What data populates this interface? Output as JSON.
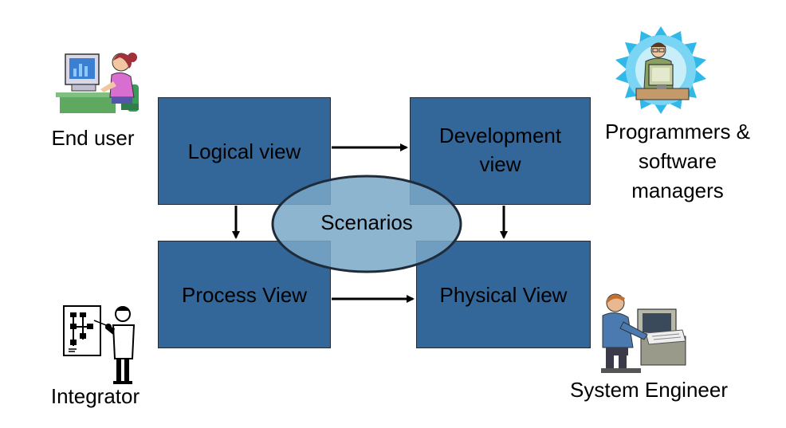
{
  "views": {
    "logical": "Logical view",
    "development": "Development view",
    "process": "Process View",
    "physical": "Physical View"
  },
  "scenarios": "Scenarios",
  "roles": {
    "end_user": "End user",
    "programmers": "Programmers & software managers",
    "integrator": "Integrator",
    "system_engineer": "System Engineer"
  },
  "colors": {
    "box_fill": "#336699",
    "ellipse_fill": "#7aa8c8",
    "arrow": "#000000"
  },
  "icons": {
    "end_user": "woman-at-computer-icon",
    "programmers": "programmer-at-desk-icon",
    "integrator": "presenter-with-flowchart-icon",
    "system_engineer": "engineer-at-workstation-icon"
  }
}
